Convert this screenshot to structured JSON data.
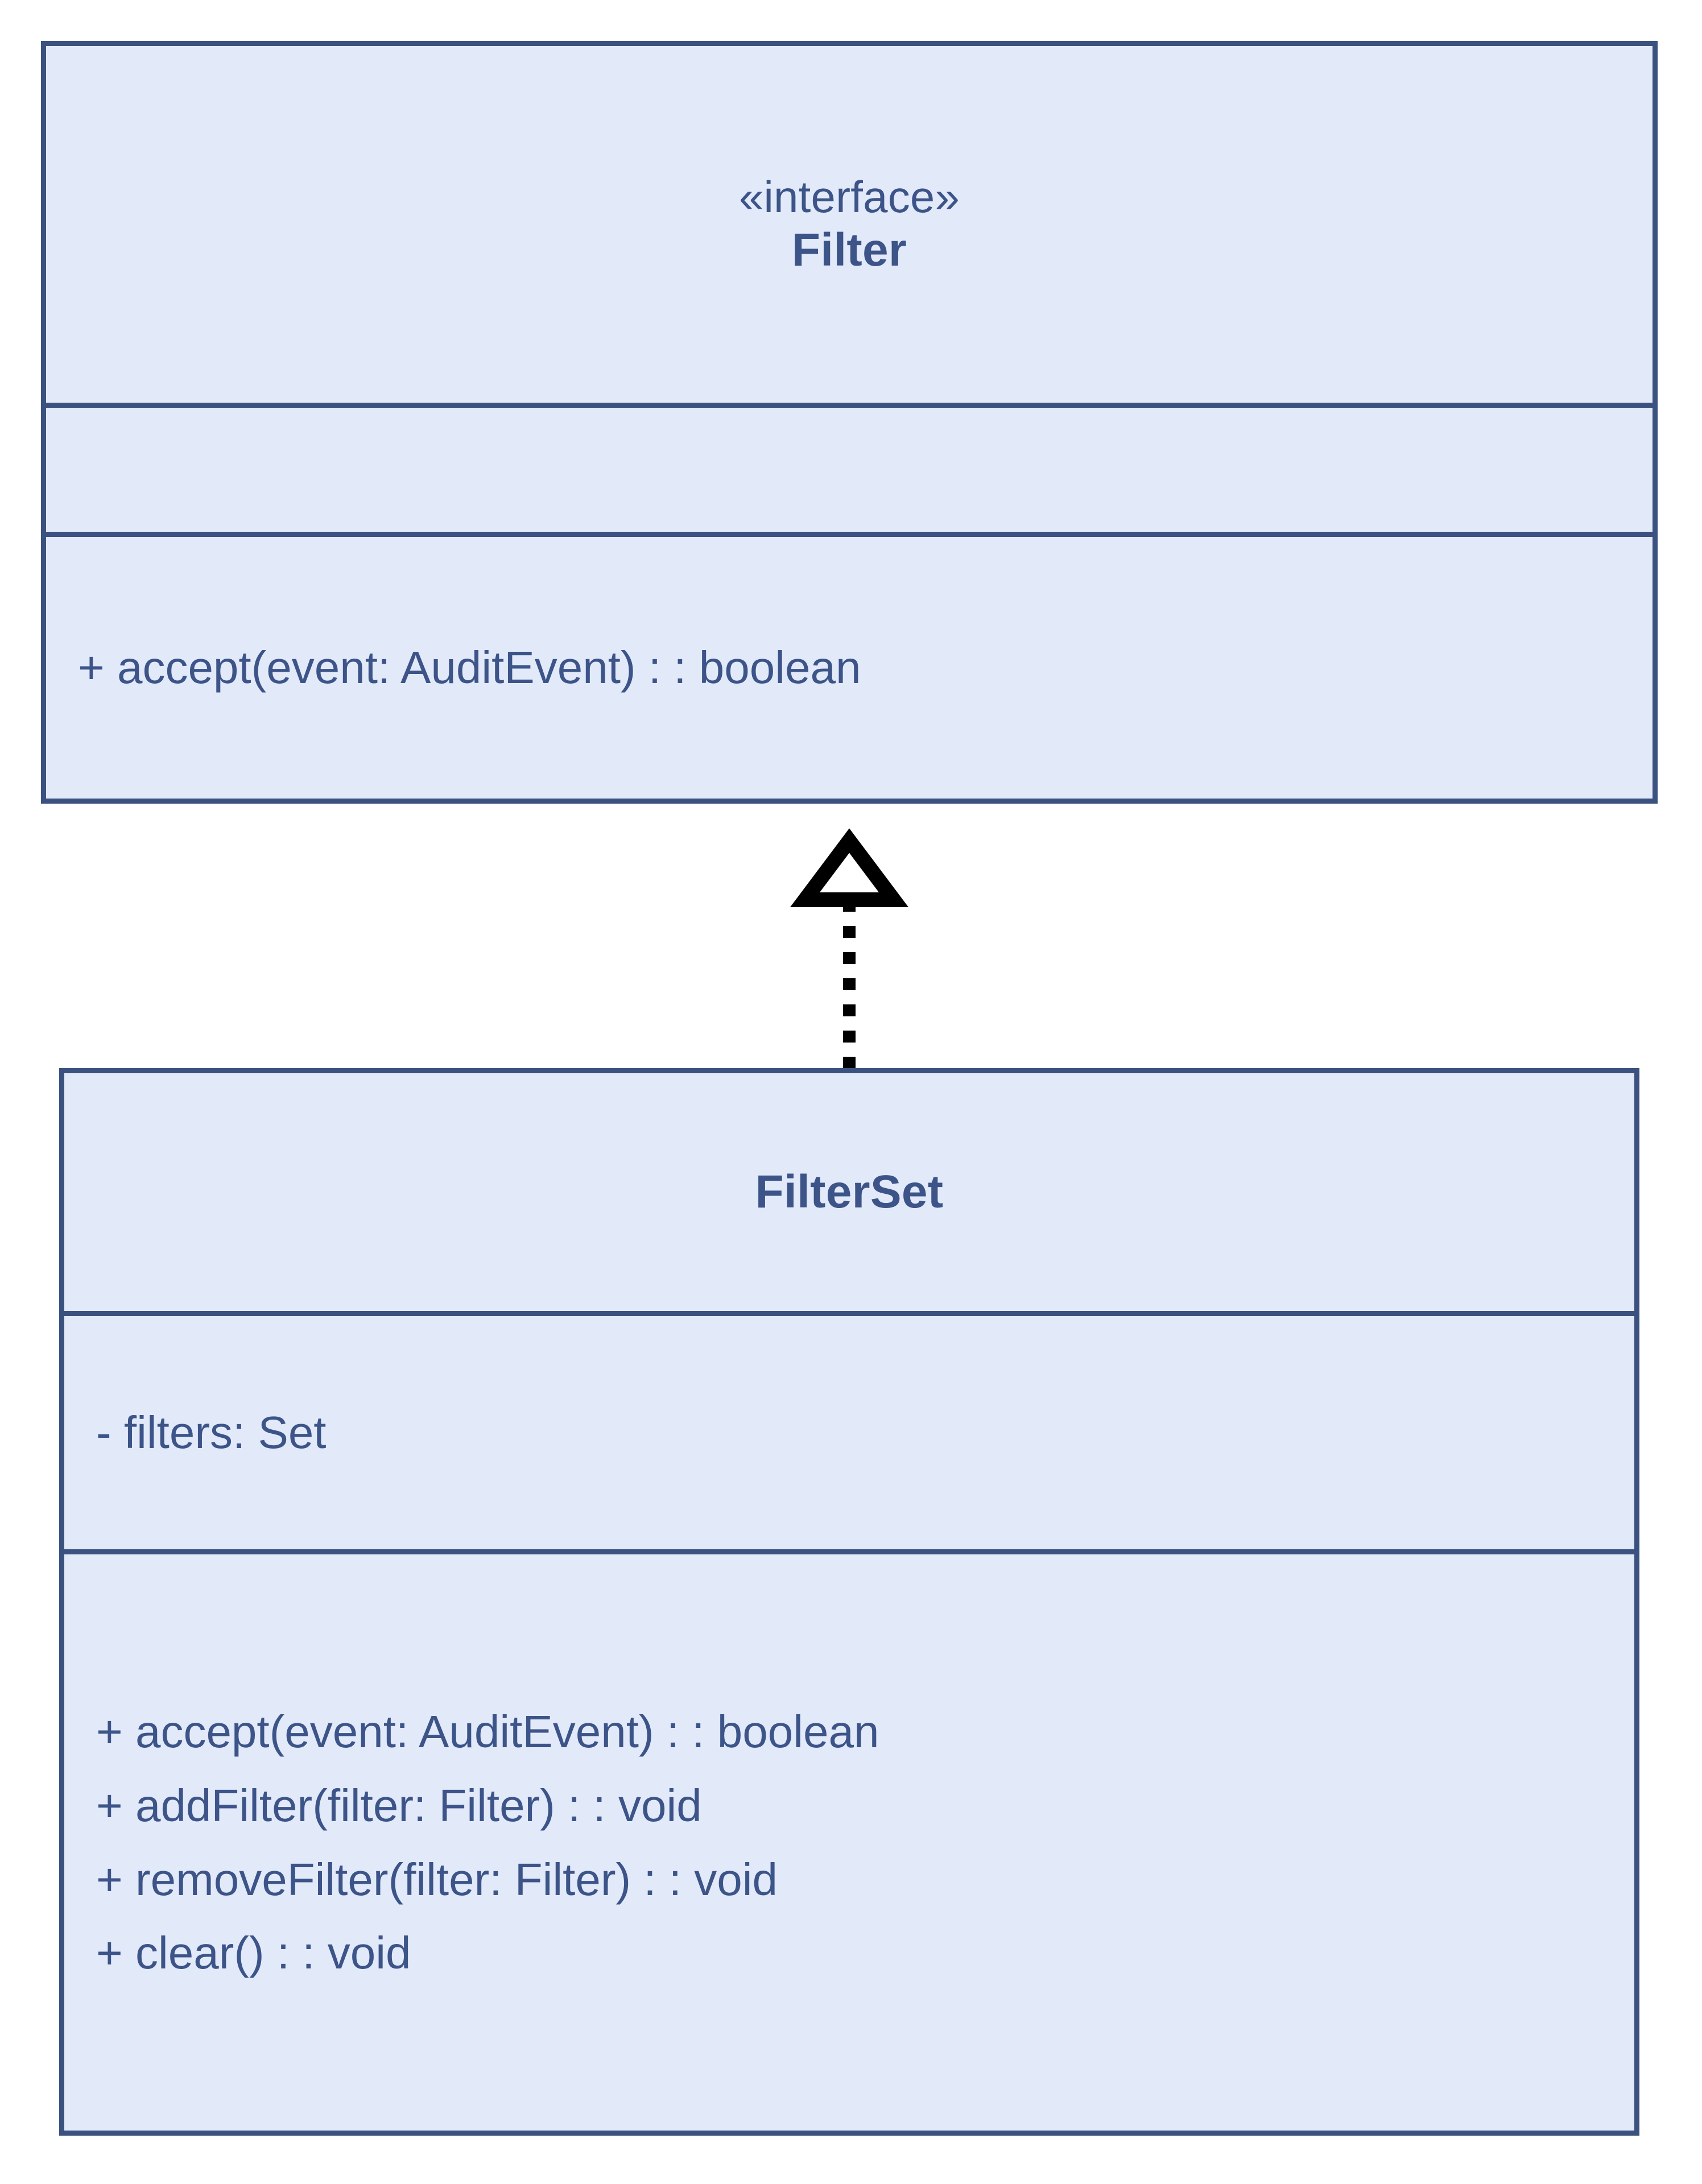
{
  "diagram": {
    "type": "uml-class-diagram",
    "background": "#ffffff",
    "palette": {
      "box_fill": "#e2e9f9",
      "box_border": "#3b5281",
      "text": "#3c5488",
      "connector": "#000000"
    },
    "classes": [
      {
        "id": "filter",
        "stereotype": "«interface»",
        "name": "Filter",
        "attributes": [],
        "operations": [
          "+ accept(event: AuditEvent) : : boolean"
        ]
      },
      {
        "id": "filterset",
        "stereotype": "",
        "name": "FilterSet",
        "attributes": [
          "- filters: Set"
        ],
        "operations": [
          "+ accept(event: AuditEvent) : : boolean",
          "+ addFilter(filter: Filter) : : void",
          "+ removeFilter(filter: Filter) : : void",
          "+ clear() : : void"
        ]
      }
    ],
    "relationships": [
      {
        "id": "realization-filterset-filter",
        "kind": "realization",
        "line_style": "dotted",
        "arrowhead": "hollow-triangle",
        "from": "FilterSet",
        "to": "Filter",
        "label": ""
      }
    ]
  }
}
